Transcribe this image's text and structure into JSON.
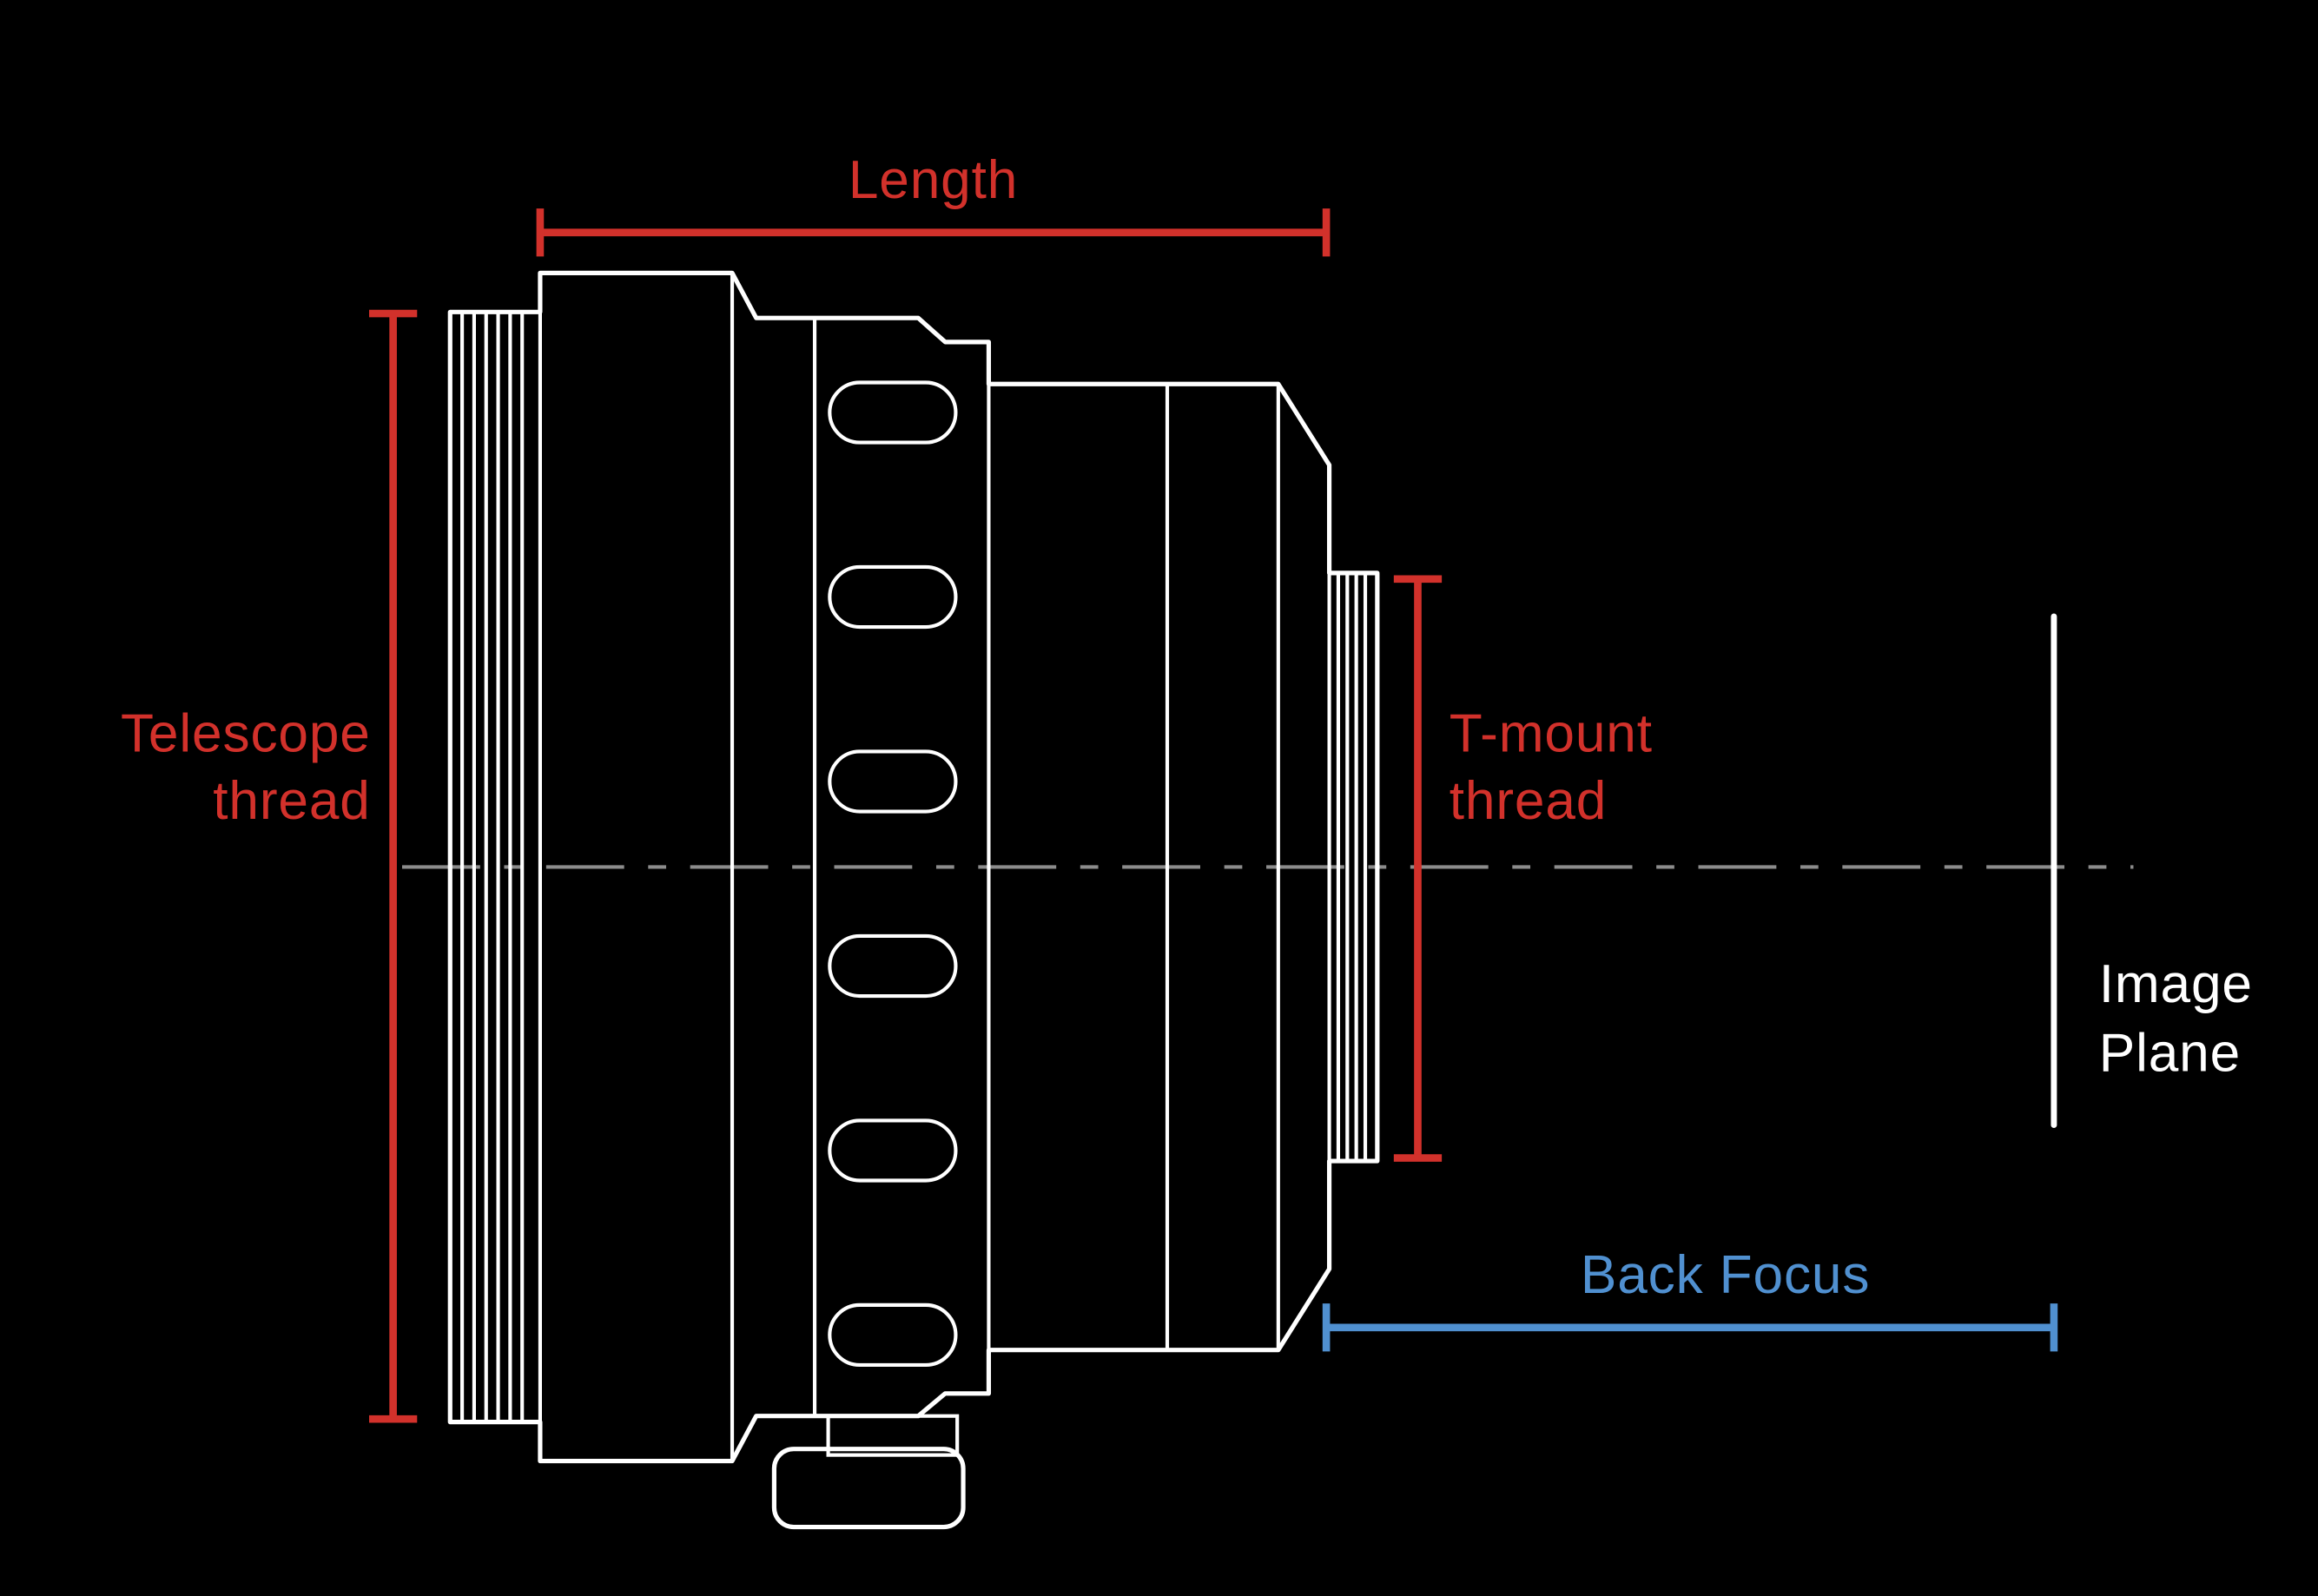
{
  "colors": {
    "background": "#000000",
    "line": "#ffffff",
    "red": "#d2312b",
    "blue": "#5090d0",
    "centerline": "#8c8c8c"
  },
  "annotations": {
    "length": {
      "label": "Length"
    },
    "telescope_thread": {
      "label_line1": "Telescope",
      "label_line2": "thread"
    },
    "t_mount_thread": {
      "label_line1": "T-mount",
      "label_line2": "thread"
    },
    "back_focus": {
      "label": "Back Focus"
    },
    "image_plane": {
      "label_line1": "Image",
      "label_line2": "Plane"
    }
  }
}
